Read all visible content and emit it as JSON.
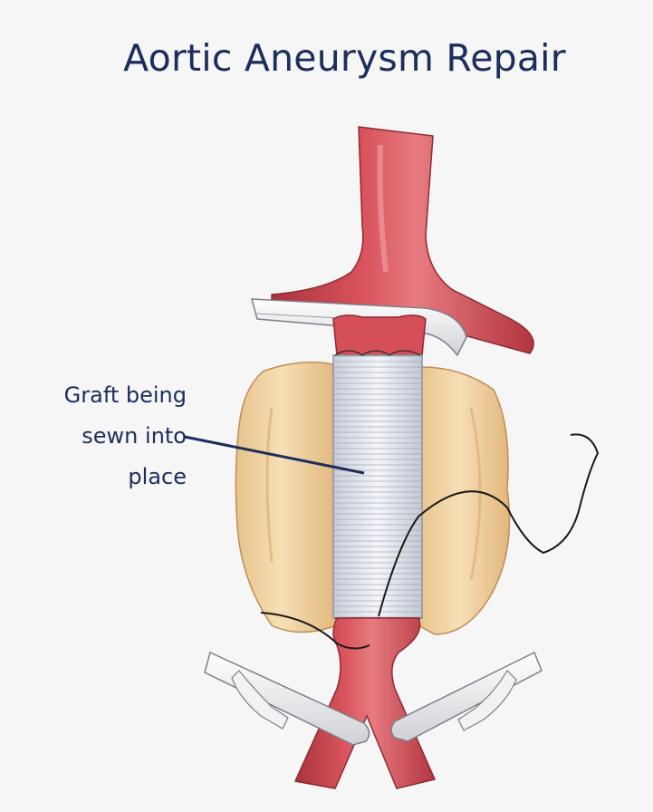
{
  "title": "Aortic Aneurysm Repair",
  "callout": {
    "lines": [
      "Graft being",
      "sewn into",
      "place"
    ]
  },
  "colors": {
    "background": "#f6f6f7",
    "text": "#1d2d5c",
    "artery": "#c9434d",
    "artery_light": "#e1767c",
    "aneurysm_sac": "#f1d5a4",
    "aneurysm_sac_edge": "#c89a64",
    "graft": "#e6e9ef",
    "clamp": "#f3f3f3"
  },
  "icons": {
    "illustration": "aortic-graft-illustration"
  }
}
